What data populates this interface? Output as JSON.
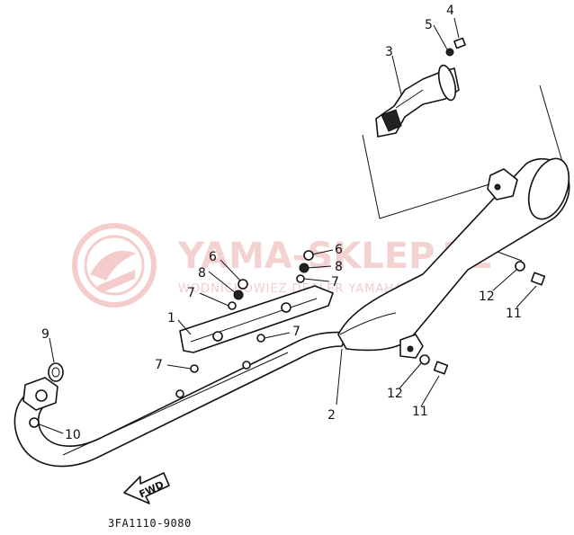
{
  "diagram": {
    "callouts": {
      "c1": "1",
      "c2": "2",
      "c3": "3",
      "c4": "4",
      "c5": "5",
      "c6a": "6",
      "c6b": "6",
      "c7a": "7",
      "c7b": "7",
      "c7c": "7",
      "c7d": "7",
      "c8a": "8",
      "c8b": "8",
      "c9": "9",
      "c10": "10",
      "c11a": "11",
      "c11b": "11",
      "c12a": "12",
      "c12b": "12"
    },
    "fwd_label": "FWD",
    "part_code": "3FA1110-9080",
    "watermark": {
      "brand": "YAMA-SKLEP.PL",
      "tagline": "WODNICHOWIEZ DEALER YAMAHA"
    }
  }
}
